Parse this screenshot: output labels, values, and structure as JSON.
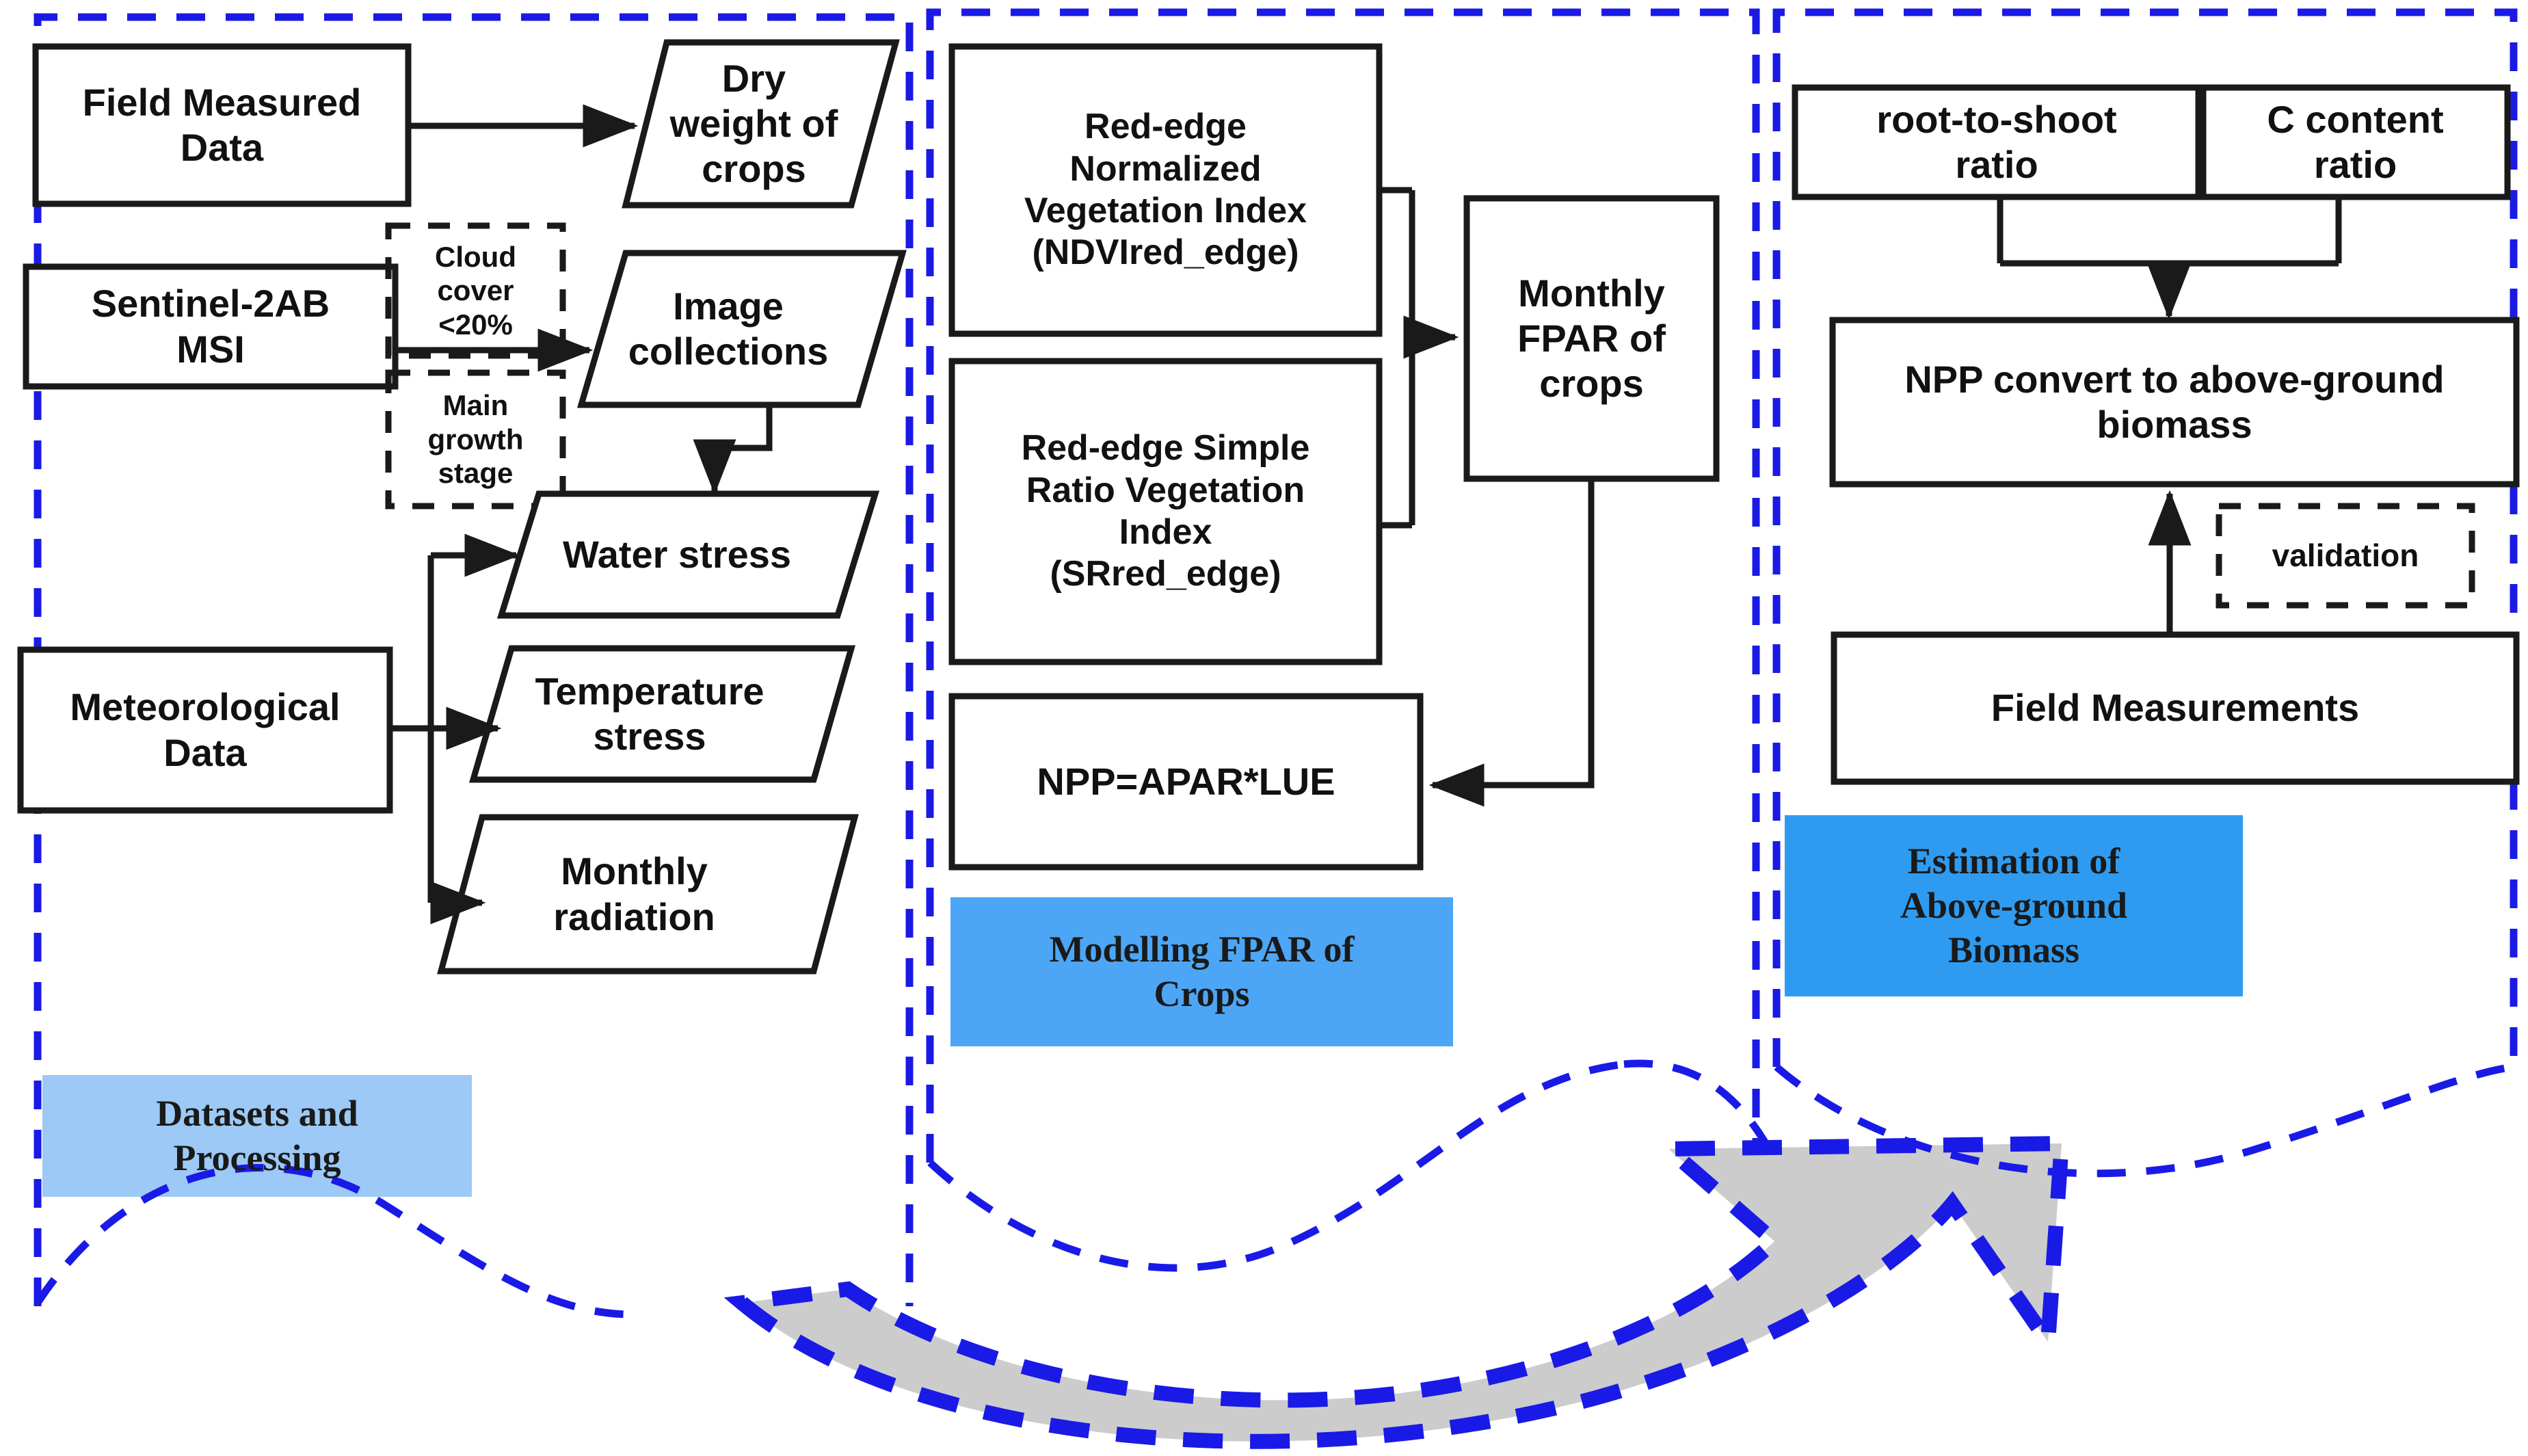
{
  "figure": {
    "type": "flowchart",
    "title": "Workflow for estimating crop above-ground biomass",
    "colors": {
      "panel_border": "#1A1AE6",
      "node_stroke": "#1A1A1A",
      "node_fill": "#FFFFFF",
      "caption_fill_light": "#9CC9F5",
      "caption_fill_strong": "#4DA6F5",
      "arrow_fill": "#CCCCCC",
      "arrow_outline": "#1A1AE6",
      "text": "#111111"
    }
  },
  "panels": [
    {
      "id": "datasets",
      "caption": "Datasets and\nProcessing",
      "caption_fill": "#9CC9F5",
      "nodes": [
        {
          "id": "field-measured-data",
          "shape": "rect",
          "label": "Field Measured\nData"
        },
        {
          "id": "dry-weight-of-crops",
          "shape": "parallelogram",
          "label": "Dry\nweight of\ncrops"
        },
        {
          "id": "sentinel-2ab-msi",
          "shape": "rect",
          "label": "Sentinel-2AB\nMSI"
        },
        {
          "id": "cloud-cover-filter",
          "shape": "dashed-rect",
          "label": "Cloud\ncover\n<20%"
        },
        {
          "id": "main-growth-stage",
          "shape": "dashed-rect",
          "label": "Main\ngrowth\nstage"
        },
        {
          "id": "image-collections",
          "shape": "parallelogram",
          "label": "Image\ncollections"
        },
        {
          "id": "meteorological-data",
          "shape": "rect",
          "label": "Meteorological\nData"
        },
        {
          "id": "water-stress",
          "shape": "parallelogram",
          "label": "Water stress"
        },
        {
          "id": "temperature-stress",
          "shape": "parallelogram",
          "label": "Temperature\nstress"
        },
        {
          "id": "monthly-radiation",
          "shape": "parallelogram",
          "label": "Monthly\nradiation"
        }
      ]
    },
    {
      "id": "modelling-fpar",
      "caption": "Modelling FPAR of\nCrops",
      "caption_fill": "#4DA6F5",
      "nodes": [
        {
          "id": "ndvi-red-edge",
          "shape": "rect",
          "label": "Red-edge\nNormalized\nVegetation Index\n(NDVIred_edge)"
        },
        {
          "id": "sr-red-edge",
          "shape": "rect",
          "label": "Red-edge Simple\nRatio Vegetation\nIndex\n(SRred_edge)"
        },
        {
          "id": "npp-equation",
          "shape": "rect",
          "label": "NPP=APAR*LUE"
        },
        {
          "id": "monthly-fpar-of-crops",
          "shape": "rect",
          "label": "Monthly\nFPAR of\ncrops"
        }
      ]
    },
    {
      "id": "above-ground-biomass",
      "caption": "Estimation of\nAbove-ground\nBiomass",
      "caption_fill": "#2E9BF0",
      "nodes": [
        {
          "id": "root-to-shoot-ratio",
          "shape": "rect",
          "label": "root-to-shoot\nratio"
        },
        {
          "id": "c-content-ratio",
          "shape": "rect",
          "label": "C content\nratio"
        },
        {
          "id": "npp-convert-to-agb",
          "shape": "rect",
          "label": "NPP convert to above-ground\nbiomass"
        },
        {
          "id": "validation",
          "shape": "dashed-rect",
          "label": "validation"
        },
        {
          "id": "field-measurements",
          "shape": "rect",
          "label": "Field Measurements"
        }
      ]
    }
  ],
  "connectors": [
    {
      "from": "field-measured-data",
      "to": "dry-weight-of-crops",
      "style": "solid-arrow"
    },
    {
      "from": "sentinel-2ab-msi",
      "to": "image-collections",
      "style": "solid-arrow"
    },
    {
      "from": "image-collections",
      "to": "water-stress",
      "style": "solid-arrow"
    },
    {
      "from": "meteorological-data",
      "to": "water-stress",
      "style": "solid-arrow"
    },
    {
      "from": "meteorological-data",
      "to": "temperature-stress",
      "style": "solid-arrow"
    },
    {
      "from": "meteorological-data",
      "to": "monthly-radiation",
      "style": "solid-arrow"
    },
    {
      "from": "ndvi-red-edge",
      "to": "monthly-fpar-of-crops",
      "style": "solid-arrow"
    },
    {
      "from": "sr-red-edge",
      "to": "monthly-fpar-of-crops",
      "style": "solid-arrow"
    },
    {
      "from": "monthly-fpar-of-crops",
      "to": "npp-equation",
      "style": "solid-arrow"
    },
    {
      "from": "root-to-shoot-ratio",
      "to": "npp-convert-to-agb",
      "style": "solid-arrow"
    },
    {
      "from": "c-content-ratio",
      "to": "npp-convert-to-agb",
      "style": "solid-arrow"
    },
    {
      "from": "field-measurements",
      "to": "npp-convert-to-agb",
      "style": "solid-arrow"
    }
  ],
  "flow_arrow": {
    "id": "big-curved-flow-arrow",
    "direction": "left-to-right",
    "fill": "#CCCCCC",
    "outline": "#1A1AE6",
    "outline_style": "dashed"
  }
}
